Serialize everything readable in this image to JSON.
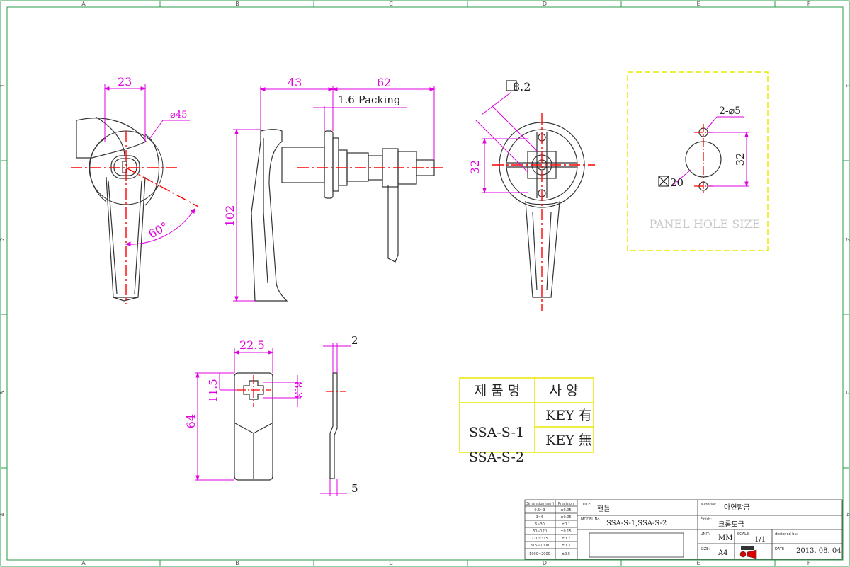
{
  "grid": {
    "columns": [
      "A",
      "B",
      "C",
      "D",
      "E",
      "F"
    ],
    "rows": [
      "1",
      "2",
      "3",
      "4"
    ]
  },
  "dimensions": {
    "front_width": "23",
    "front_diameter": "⌀45",
    "front_angle": "60°",
    "side_depth": "43",
    "side_shaft": "62",
    "side_packing": "1.6 Packing",
    "side_height": "102",
    "end_square": "8.2",
    "end_height": "32",
    "cam_width": "22.5",
    "cam_height": "64",
    "cam_offset": "11.5",
    "cam_square": "8.3",
    "cam_thickness_top": "2",
    "cam_thickness_bottom": "5"
  },
  "panel_hole": {
    "label": "PANEL HOLE SIZE",
    "holes": "2-⌀5",
    "square": "20",
    "spacing": "32"
  },
  "spec_table": {
    "header_product": "제 품 명",
    "header_spec": "사 양",
    "model_1": "SSA-S-1",
    "model_2": "SSA-S-2",
    "spec_1": "KEY 有",
    "spec_2": "KEY 無"
  },
  "tolerance_table": {
    "header_dimension": "Dimension(mm)",
    "header_precision": "Precision",
    "rows": [
      [
        "0.5~3",
        "±0.05"
      ],
      [
        "3~6",
        "±0.05"
      ],
      [
        "6~30",
        "±0.1"
      ],
      [
        "30~120",
        "±0.15"
      ],
      [
        "120~315",
        "±0.2"
      ],
      [
        "315~1000",
        "±0.3"
      ],
      [
        "1000~2000",
        "±0.5"
      ]
    ]
  },
  "title_block": {
    "title_label": "TITLE:",
    "title": "핸들",
    "model_label": "MODEL No.",
    "model": "SSA-S-1,SSA-S-2",
    "material_label": "Material:",
    "material": "아연합금",
    "finish_label": "Finish:",
    "finish": "크롬도금",
    "unit_label": "UNIT:",
    "unit": "MM",
    "scale_label": "SCALE:",
    "scale": "1/1",
    "designed_label": "desioned bu:",
    "size_label": "SIZE:",
    "size": "A4",
    "date_label": "DATE :",
    "date": "2013. 08. 04"
  },
  "colors": {
    "dimension": "#e000e0",
    "centerline": "#ff0000",
    "table_border": "#e8e800",
    "outline": "#333333"
  }
}
